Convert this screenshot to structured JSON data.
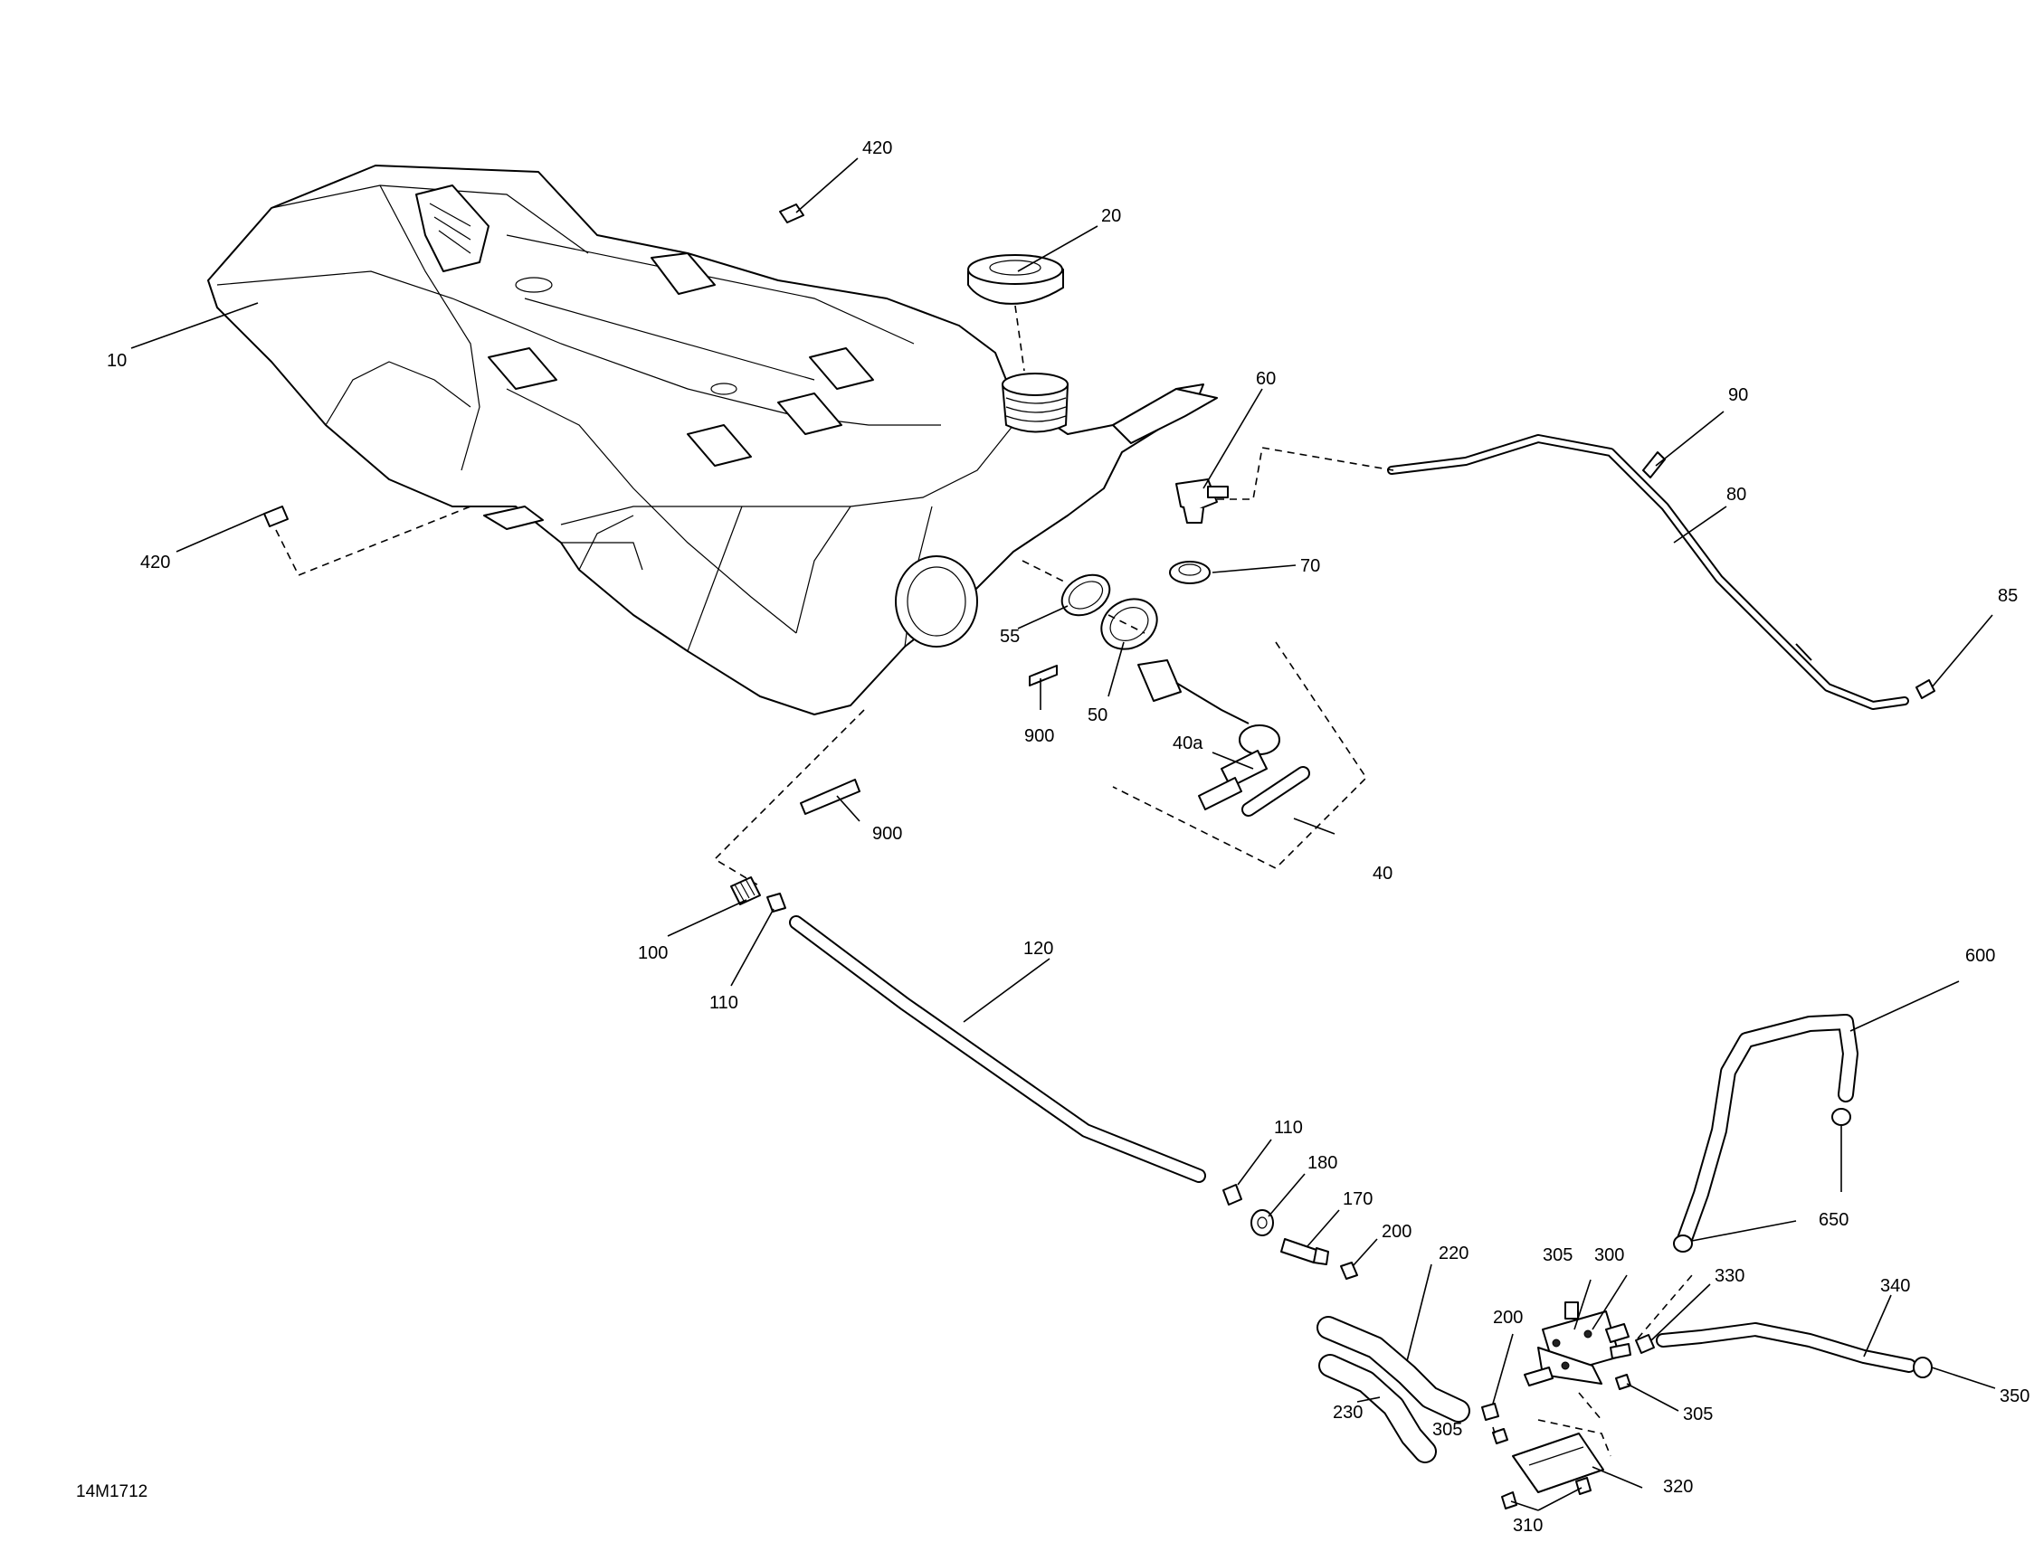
{
  "diagram": {
    "figure_code": "14M1712",
    "callouts": [
      {
        "id": "c10",
        "label": "10"
      },
      {
        "id": "c20",
        "label": "20"
      },
      {
        "id": "c40",
        "label": "40"
      },
      {
        "id": "c40a",
        "label": "40a"
      },
      {
        "id": "c50",
        "label": "50"
      },
      {
        "id": "c55",
        "label": "55"
      },
      {
        "id": "c60",
        "label": "60"
      },
      {
        "id": "c70",
        "label": "70"
      },
      {
        "id": "c80",
        "label": "80"
      },
      {
        "id": "c85",
        "label": "85"
      },
      {
        "id": "c90",
        "label": "90"
      },
      {
        "id": "c100",
        "label": "100"
      },
      {
        "id": "c110a",
        "label": "110"
      },
      {
        "id": "c110b",
        "label": "110"
      },
      {
        "id": "c120",
        "label": "120"
      },
      {
        "id": "c170",
        "label": "170"
      },
      {
        "id": "c180",
        "label": "180"
      },
      {
        "id": "c200a",
        "label": "200"
      },
      {
        "id": "c200b",
        "label": "200"
      },
      {
        "id": "c220",
        "label": "220"
      },
      {
        "id": "c230",
        "label": "230"
      },
      {
        "id": "c300",
        "label": "300"
      },
      {
        "id": "c305a",
        "label": "305"
      },
      {
        "id": "c305b",
        "label": "305"
      },
      {
        "id": "c305c",
        "label": "305"
      },
      {
        "id": "c310",
        "label": "310"
      },
      {
        "id": "c320",
        "label": "320"
      },
      {
        "id": "c330",
        "label": "330"
      },
      {
        "id": "c340",
        "label": "340"
      },
      {
        "id": "c350",
        "label": "350"
      },
      {
        "id": "c420a",
        "label": "420"
      },
      {
        "id": "c420b",
        "label": "420"
      },
      {
        "id": "c600",
        "label": "600"
      },
      {
        "id": "c650",
        "label": "650"
      },
      {
        "id": "c900a",
        "label": "900"
      },
      {
        "id": "c900b",
        "label": "900"
      }
    ]
  }
}
